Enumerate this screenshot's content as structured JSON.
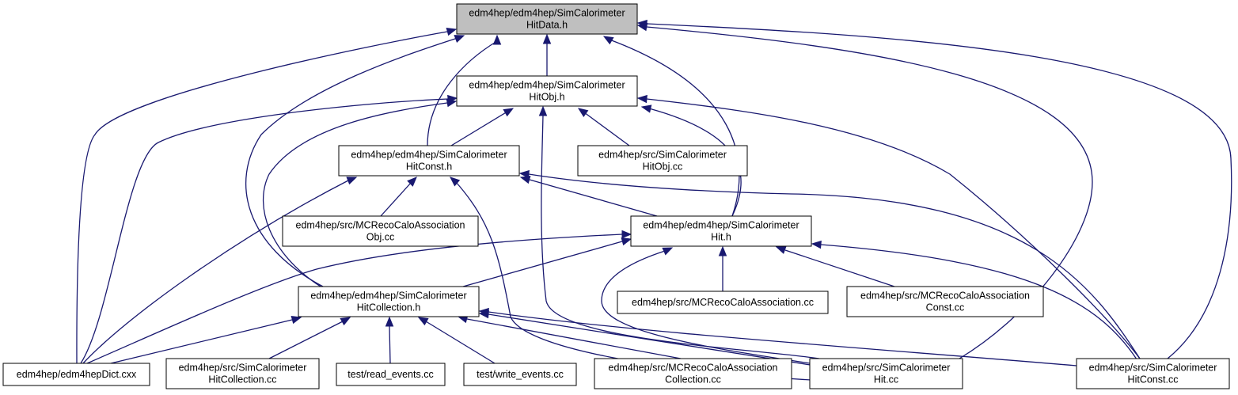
{
  "diagram": {
    "nodes": [
      {
        "id": "hitdata",
        "lines": [
          "edm4hep/edm4hep/SimCalorimeter",
          "HitData.h"
        ],
        "root": true
      },
      {
        "id": "hitobj_h",
        "lines": [
          "edm4hep/edm4hep/SimCalorimeter",
          "HitObj.h"
        ]
      },
      {
        "id": "hitconst_h",
        "lines": [
          "edm4hep/edm4hep/SimCalorimeter",
          "HitConst.h"
        ]
      },
      {
        "id": "src_hitobj",
        "lines": [
          "edm4hep/src/SimCalorimeter",
          "HitObj.cc"
        ]
      },
      {
        "id": "mcreco_obj",
        "lines": [
          "edm4hep/src/MCRecoCaloAssociation",
          "Obj.cc"
        ]
      },
      {
        "id": "hit_h",
        "lines": [
          "edm4hep/edm4hep/SimCalorimeter",
          "Hit.h"
        ]
      },
      {
        "id": "mcreco_assoc",
        "lines": [
          "edm4hep/src/MCRecoCaloAssociation.cc"
        ]
      },
      {
        "id": "mcreco_const",
        "lines": [
          "edm4hep/src/MCRecoCaloAssociation",
          "Const.cc"
        ]
      },
      {
        "id": "hitcoll_h",
        "lines": [
          "edm4hep/edm4hep/SimCalorimeter",
          "HitCollection.h"
        ]
      },
      {
        "id": "dict",
        "lines": [
          "edm4hep/edm4hepDict.cxx"
        ]
      },
      {
        "id": "src_hitcoll",
        "lines": [
          "edm4hep/src/SimCalorimeter",
          "HitCollection.cc"
        ]
      },
      {
        "id": "read_events",
        "lines": [
          "test/read_events.cc"
        ]
      },
      {
        "id": "write_events",
        "lines": [
          "test/write_events.cc"
        ]
      },
      {
        "id": "mcreco_coll",
        "lines": [
          "edm4hep/src/MCRecoCaloAssociation",
          "Collection.cc"
        ]
      },
      {
        "id": "src_hit",
        "lines": [
          "edm4hep/src/SimCalorimeter",
          "Hit.cc"
        ]
      },
      {
        "id": "src_hitconst",
        "lines": [
          "edm4hep/src/SimCalorimeter",
          "HitConst.cc"
        ]
      }
    ],
    "edges": [
      {
        "from": "hitobj_h",
        "to": "hitdata"
      },
      {
        "from": "hitconst_h",
        "to": "hitdata"
      },
      {
        "from": "hit_h",
        "to": "hitdata"
      },
      {
        "from": "hitcoll_h",
        "to": "hitdata"
      },
      {
        "from": "dict",
        "to": "hitdata"
      },
      {
        "from": "src_hit",
        "to": "hitdata"
      },
      {
        "from": "src_hitconst",
        "to": "hitdata"
      },
      {
        "from": "hitconst_h",
        "to": "hitobj_h"
      },
      {
        "from": "src_hitobj",
        "to": "hitobj_h"
      },
      {
        "from": "hit_h",
        "to": "hitobj_h"
      },
      {
        "from": "hitcoll_h",
        "to": "hitobj_h"
      },
      {
        "from": "dict",
        "to": "hitobj_h"
      },
      {
        "from": "src_hit",
        "to": "hitobj_h"
      },
      {
        "from": "src_hitconst",
        "to": "hitobj_h"
      },
      {
        "from": "mcreco_obj",
        "to": "hitconst_h"
      },
      {
        "from": "hit_h",
        "to": "hitconst_h"
      },
      {
        "from": "dict",
        "to": "hitconst_h"
      },
      {
        "from": "src_hit",
        "to": "hitconst_h"
      },
      {
        "from": "src_hitconst",
        "to": "hitconst_h"
      },
      {
        "from": "mcreco_assoc",
        "to": "hit_h"
      },
      {
        "from": "mcreco_const",
        "to": "hit_h"
      },
      {
        "from": "hitcoll_h",
        "to": "hit_h"
      },
      {
        "from": "dict",
        "to": "hit_h"
      },
      {
        "from": "src_hit",
        "to": "hit_h"
      },
      {
        "from": "src_hitconst",
        "to": "hit_h"
      },
      {
        "from": "dict",
        "to": "hitcoll_h"
      },
      {
        "from": "src_hitcoll",
        "to": "hitcoll_h"
      },
      {
        "from": "read_events",
        "to": "hitcoll_h"
      },
      {
        "from": "write_events",
        "to": "hitcoll_h"
      },
      {
        "from": "mcreco_coll",
        "to": "hitcoll_h"
      },
      {
        "from": "src_hit",
        "to": "hitcoll_h"
      },
      {
        "from": "src_hitconst",
        "to": "hitcoll_h"
      }
    ]
  }
}
